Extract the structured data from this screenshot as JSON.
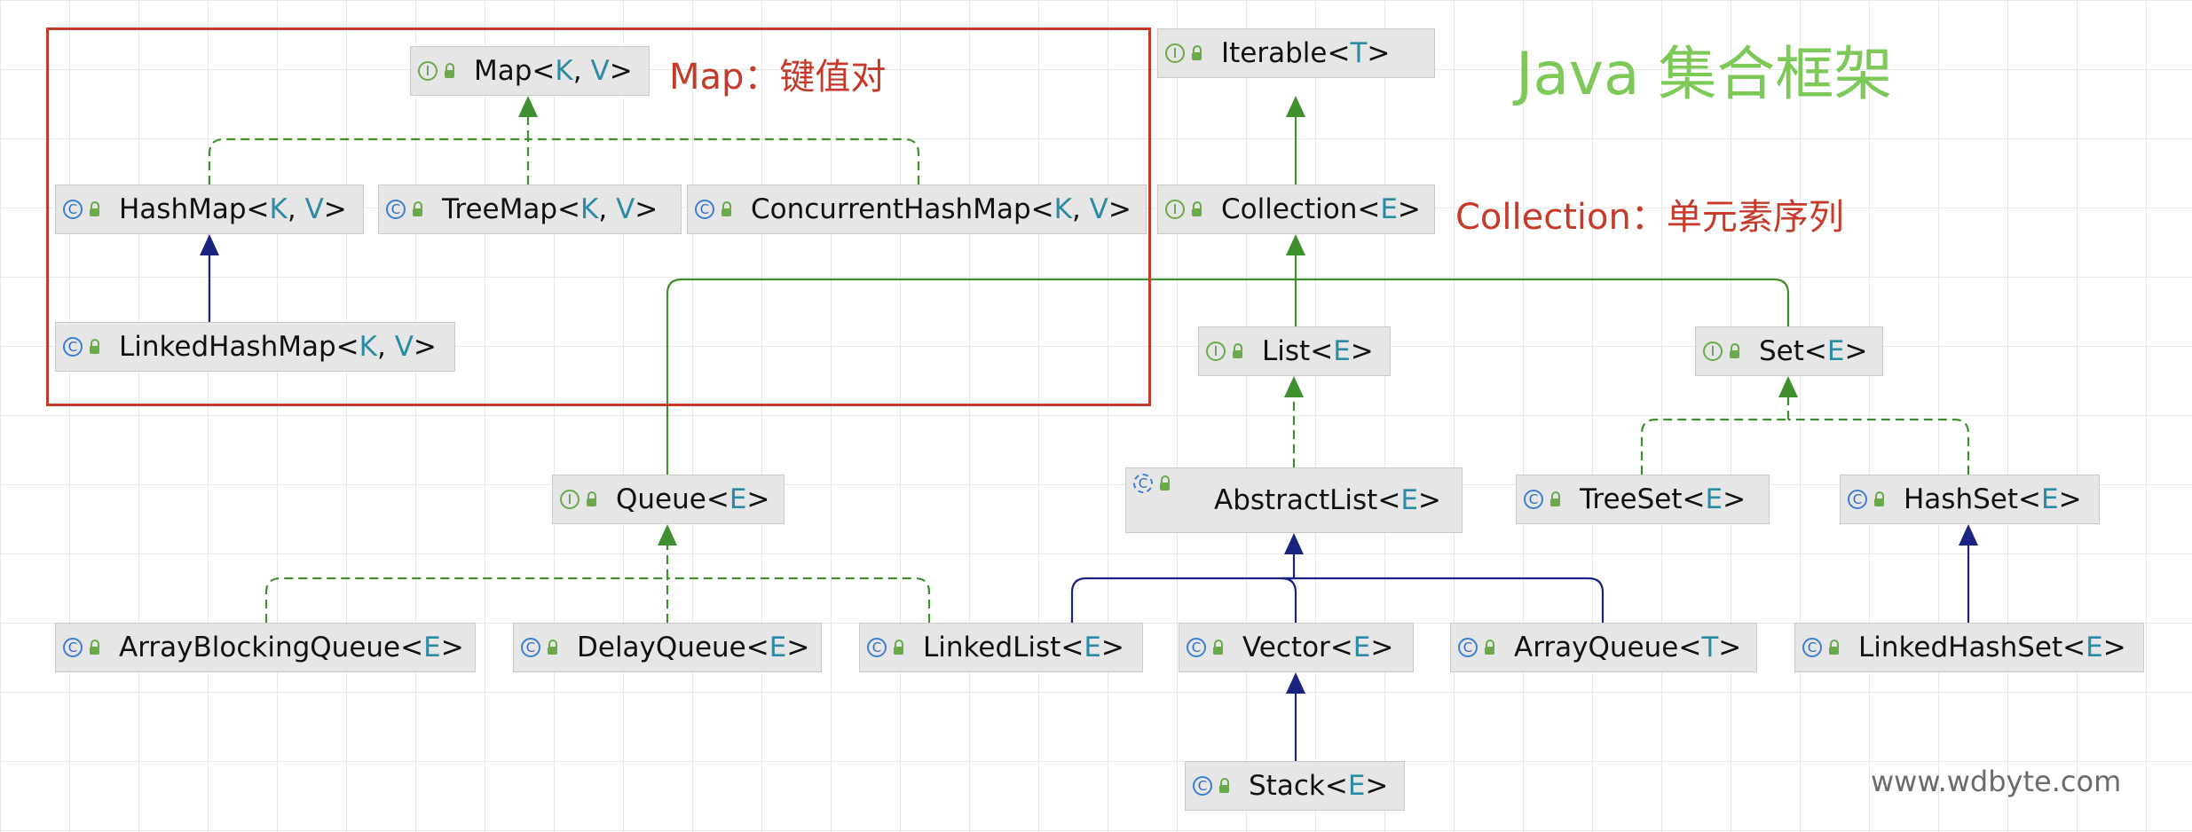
{
  "title": "Java 集合框架",
  "notes": {
    "map": "Map：键值对",
    "collection": "Collection：单元素序列"
  },
  "watermark": "www.wdbyte.com",
  "colors": {
    "implements_edge": "#3f8f2f",
    "extends_edge": "#1a237e",
    "interface_badge": "#6aaa4a",
    "class_badge": "#3d7fd1",
    "type_param": "#2c8ba4",
    "title": "#7cc957",
    "note": "#c63a2a"
  },
  "nodes": [
    {
      "id": "map",
      "kind": "interface",
      "name": "Map",
      "params": [
        "K",
        "V"
      ]
    },
    {
      "id": "hashmap",
      "kind": "class",
      "name": "HashMap",
      "params": [
        "K",
        "V"
      ]
    },
    {
      "id": "treemap",
      "kind": "class",
      "name": "TreeMap",
      "params": [
        "K",
        "V"
      ]
    },
    {
      "id": "concurrenthashmap",
      "kind": "class",
      "name": "ConcurrentHashMap",
      "params": [
        "K",
        "V"
      ]
    },
    {
      "id": "linkedhashmap",
      "kind": "class",
      "name": "LinkedHashMap",
      "params": [
        "K",
        "V"
      ]
    },
    {
      "id": "iterable",
      "kind": "interface",
      "name": "Iterable",
      "params": [
        "T"
      ]
    },
    {
      "id": "collection",
      "kind": "interface",
      "name": "Collection",
      "params": [
        "E"
      ]
    },
    {
      "id": "list",
      "kind": "interface",
      "name": "List",
      "params": [
        "E"
      ]
    },
    {
      "id": "set",
      "kind": "interface",
      "name": "Set",
      "params": [
        "E"
      ]
    },
    {
      "id": "queue",
      "kind": "interface",
      "name": "Queue",
      "params": [
        "E"
      ]
    },
    {
      "id": "abstractlist",
      "kind": "abstract",
      "name": "AbstractList",
      "params": [
        "E"
      ]
    },
    {
      "id": "treeset",
      "kind": "class",
      "name": "TreeSet",
      "params": [
        "E"
      ]
    },
    {
      "id": "hashset",
      "kind": "class",
      "name": "HashSet",
      "params": [
        "E"
      ]
    },
    {
      "id": "arrayblockingqueue",
      "kind": "class",
      "name": "ArrayBlockingQueue",
      "params": [
        "E"
      ]
    },
    {
      "id": "delayqueue",
      "kind": "class",
      "name": "DelayQueue",
      "params": [
        "E"
      ]
    },
    {
      "id": "linkedlist",
      "kind": "class",
      "name": "LinkedList",
      "params": [
        "E"
      ]
    },
    {
      "id": "vector",
      "kind": "class",
      "name": "Vector",
      "params": [
        "E"
      ]
    },
    {
      "id": "arrayqueue",
      "kind": "class",
      "name": "ArrayQueue",
      "params": [
        "T"
      ]
    },
    {
      "id": "linkedhashset",
      "kind": "class",
      "name": "LinkedHashSet",
      "params": [
        "E"
      ]
    },
    {
      "id": "stack",
      "kind": "class",
      "name": "Stack",
      "params": [
        "E"
      ]
    }
  ],
  "edges": [
    {
      "from": "hashmap",
      "to": "map",
      "type": "implements"
    },
    {
      "from": "treemap",
      "to": "map",
      "type": "implements"
    },
    {
      "from": "concurrenthashmap",
      "to": "map",
      "type": "implements"
    },
    {
      "from": "linkedhashmap",
      "to": "hashmap",
      "type": "extends"
    },
    {
      "from": "collection",
      "to": "iterable",
      "type": "extends-interface"
    },
    {
      "from": "list",
      "to": "collection",
      "type": "extends-interface"
    },
    {
      "from": "set",
      "to": "collection",
      "type": "extends-interface"
    },
    {
      "from": "queue",
      "to": "collection",
      "type": "extends-interface"
    },
    {
      "from": "abstractlist",
      "to": "list",
      "type": "implements"
    },
    {
      "from": "treeset",
      "to": "set",
      "type": "implements"
    },
    {
      "from": "hashset",
      "to": "set",
      "type": "implements"
    },
    {
      "from": "linkedhashset",
      "to": "hashset",
      "type": "extends"
    },
    {
      "from": "arrayblockingqueue",
      "to": "queue",
      "type": "implements"
    },
    {
      "from": "delayqueue",
      "to": "queue",
      "type": "implements"
    },
    {
      "from": "linkedlist",
      "to": "queue",
      "type": "implements"
    },
    {
      "from": "linkedlist",
      "to": "abstractlist",
      "type": "extends"
    },
    {
      "from": "vector",
      "to": "abstractlist",
      "type": "extends"
    },
    {
      "from": "arrayqueue",
      "to": "abstractlist",
      "type": "extends"
    },
    {
      "from": "stack",
      "to": "vector",
      "type": "extends"
    }
  ]
}
